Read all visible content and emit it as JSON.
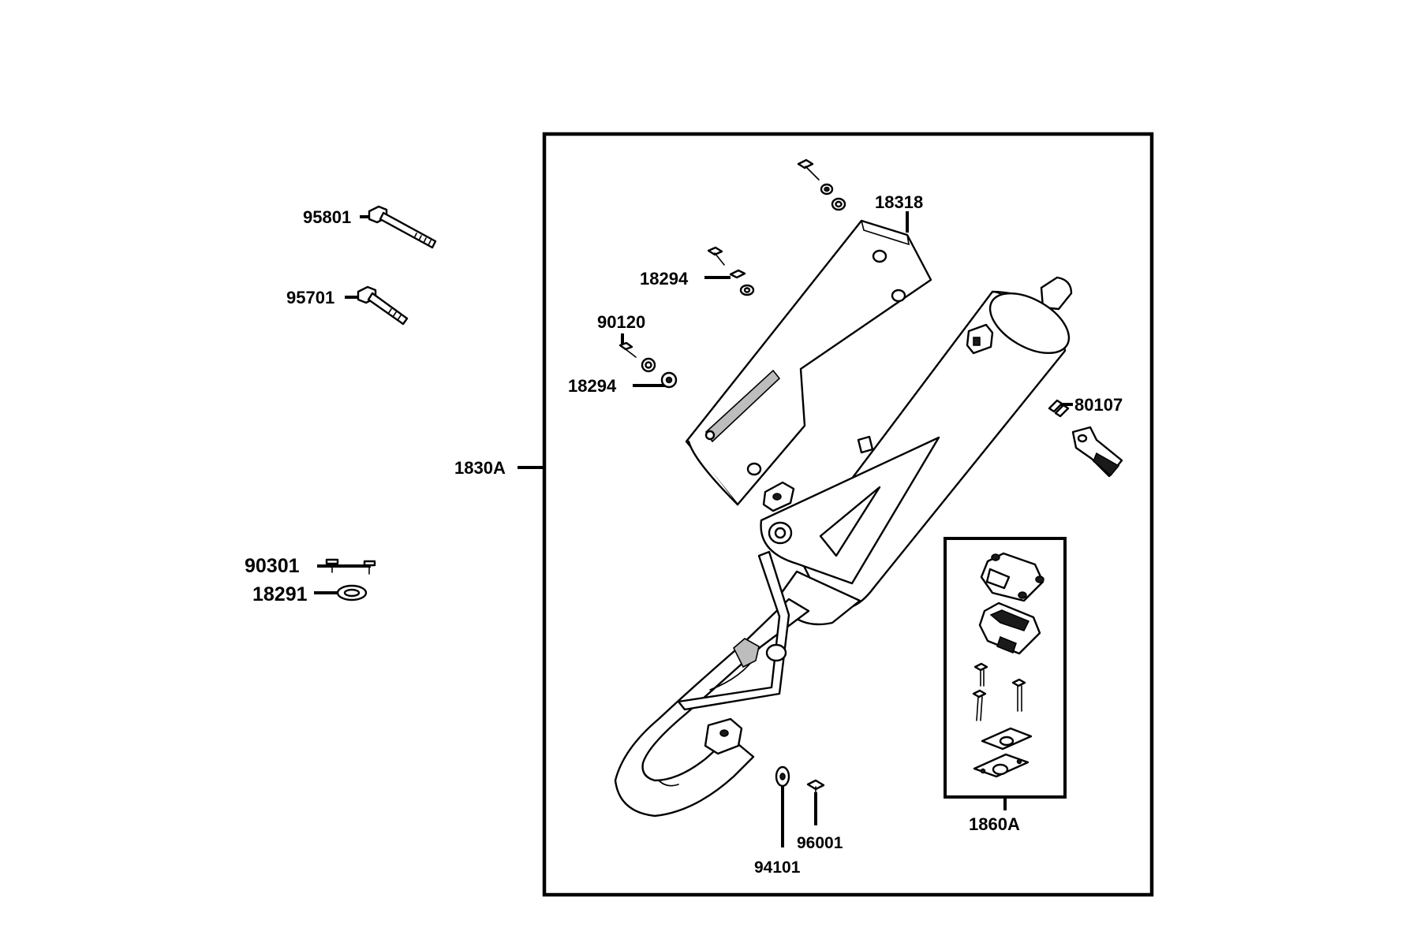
{
  "diagram": {
    "labels": {
      "p95801": "95801",
      "p95701": "95701",
      "p90301": "90301",
      "p18291": "18291",
      "p1830A": "1830A",
      "p18318": "18318",
      "p18294_top": "18294",
      "p90120": "90120",
      "p18294_bottom": "18294",
      "p80107": "80107",
      "p1860A": "1860A",
      "p94101": "94101",
      "p96001": "96001"
    }
  }
}
